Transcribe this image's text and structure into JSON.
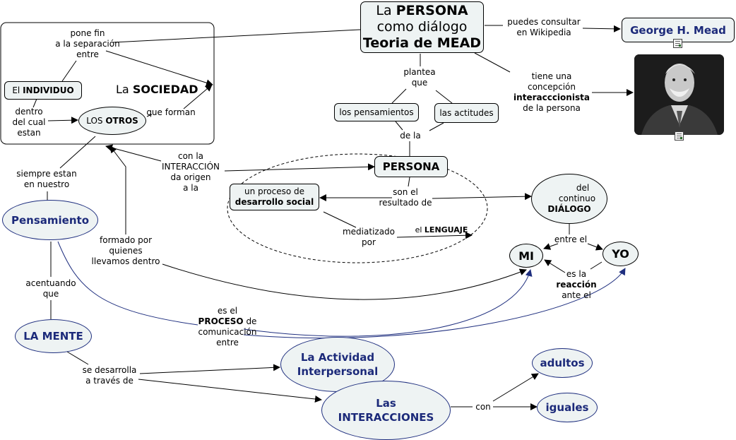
{
  "title": {
    "l1a": "La ",
    "l1b": "PERSONA",
    "l2": "como diálogo",
    "l3": "Teoria de MEAD"
  },
  "sociedad": {
    "pre": "La ",
    "bold": "SOCIEDAD"
  },
  "individuo": {
    "pre": "El ",
    "bold": "INDIVIDUO"
  },
  "otros": {
    "pre": "LOS ",
    "bold": "OTROS"
  },
  "mead": "George H. Mead",
  "pensamientos": "los pensamientos",
  "actitudes": "las actitudes",
  "persona": "PERSONA",
  "proceso": {
    "l1": "un proceso de",
    "l2": "desarrollo social"
  },
  "dialogo": {
    "l1": "del",
    "l2": "continuo",
    "l3": "DIÁLOGO"
  },
  "mi": "MI",
  "yo": "YO",
  "pensamiento": "Pensamiento",
  "mente": "LA MENTE",
  "actividad": {
    "l1": "La Actividad",
    "l2": "Interpersonal"
  },
  "interacciones": {
    "l1": "Las",
    "l2": "INTERACCIONES"
  },
  "adultos": "adultos",
  "iguales": "iguales",
  "links": {
    "pone_fin": {
      "l1": "pone fin",
      "l2": "a la separación",
      "l3": "entre"
    },
    "dentro": {
      "l1": "dentro",
      "l2": "del cual",
      "l3": "estan"
    },
    "que_forman": "que forman",
    "puedes": {
      "l1": "puedes consultar",
      "l2": "en Wikipedia"
    },
    "tiene": {
      "l1": "tiene una",
      "l2": "concepción",
      "l3": "interacccionista",
      "l4": "de la persona"
    },
    "plantea": {
      "l1": "plantea",
      "l2": "que"
    },
    "de_la": "de la",
    "con_la": {
      "l1": "con la",
      "l2": "INTERACCIÓN",
      "l3": "da origen",
      "l4": "a la"
    },
    "son_el": {
      "l1": "son el",
      "l2": "resultado de"
    },
    "mediatizado": {
      "l1": "mediatizado",
      "l2": "por"
    },
    "lenguaje": {
      "pre": "el ",
      "bold": "LENGUAJE"
    },
    "entre_el": "entre el",
    "es_la": {
      "l1": "es la",
      "l2": "reacción",
      "l3": "ante el"
    },
    "siempre": {
      "l1": "siempre estan",
      "l2": "en nuestro"
    },
    "formado": {
      "l1": "formado por",
      "l2": "quienes",
      "l3": "llevamos dentro"
    },
    "acentuando": {
      "l1": "acentuando",
      "l2": "que"
    },
    "es_el": {
      "l1": "es el",
      "l2a": "PROCESO",
      "l2b": " de",
      "l3": "comunicación",
      "l4": "entre"
    },
    "se_desarrolla": {
      "l1": "se desarrolla",
      "l2": "a través de"
    },
    "con": "con"
  },
  "colors": {
    "node_fill": "#eef3f3",
    "navy": "#1c2a7a",
    "line": "#000000"
  }
}
